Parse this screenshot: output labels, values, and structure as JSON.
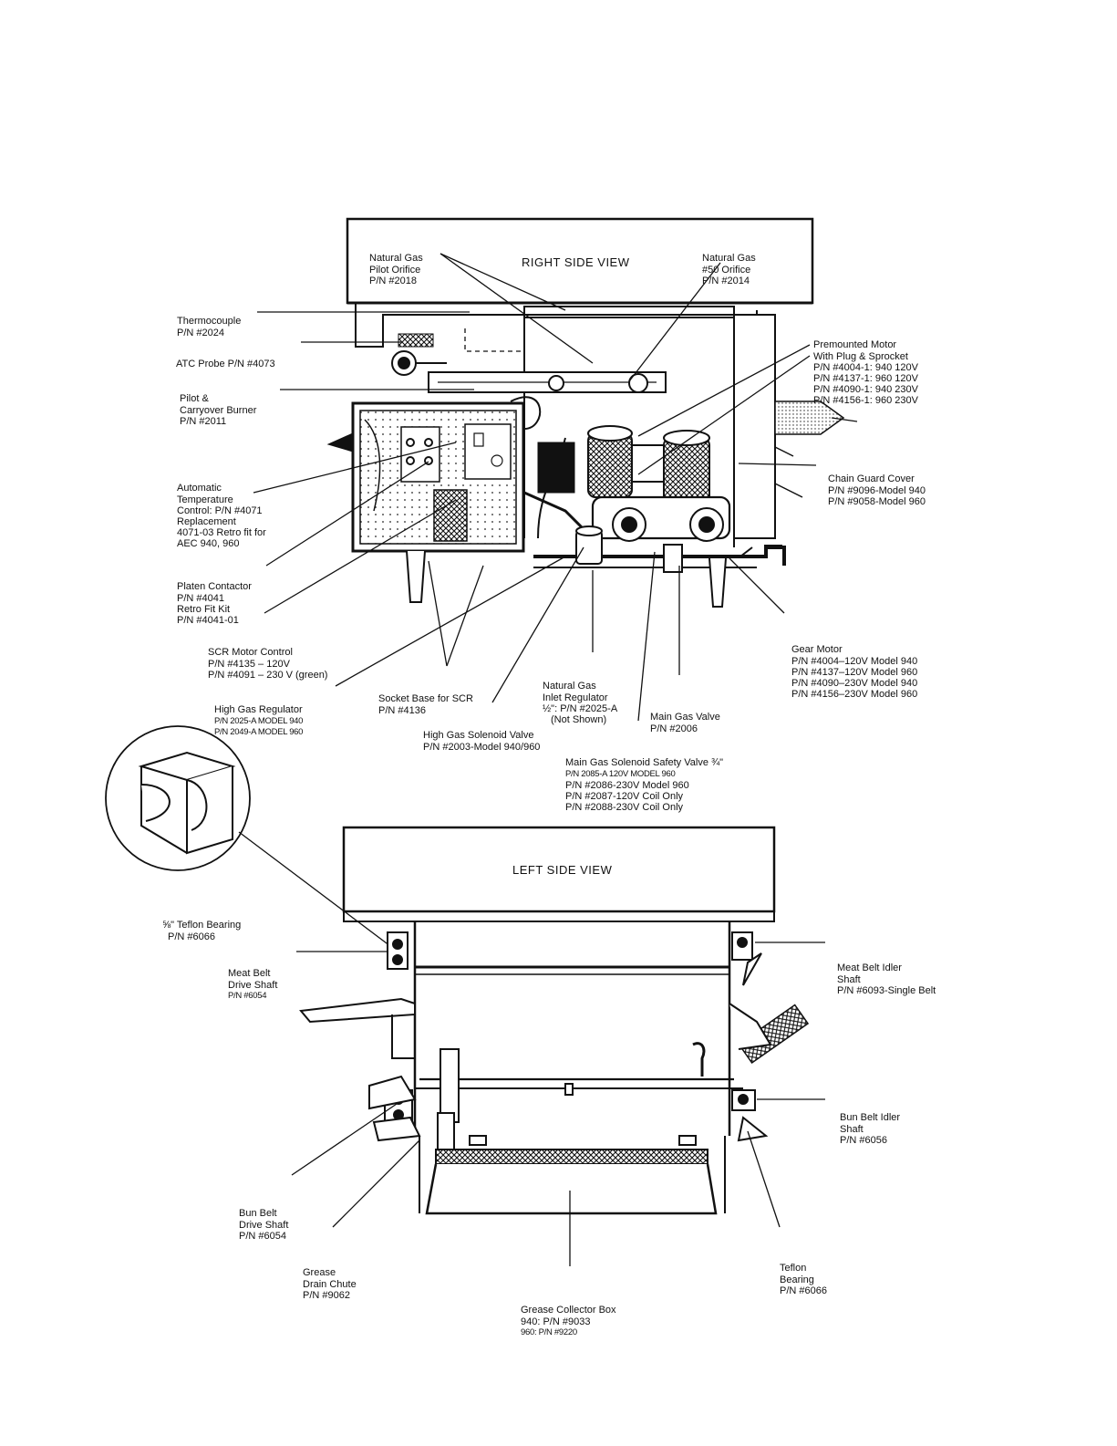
{
  "views": {
    "right": "RIGHT SIDE VIEW",
    "left": "LEFT SIDE VIEW"
  },
  "labels": {
    "ng_pilot_orifice": [
      "Natural Gas",
      "Pilot Orifice",
      "P/N #2018"
    ],
    "ng_50_orifice": [
      "Natural Gas",
      "#50 Orifice",
      "P/N #2014"
    ],
    "thermocouple": [
      "Thermocouple",
      "P/N #2024"
    ],
    "atc_probe": [
      "ATC Probe P/N #4073"
    ],
    "pilot_burner": [
      "Pilot &",
      "Carryover Burner",
      "P/N #2011"
    ],
    "premounted_motor": [
      "Premounted Motor",
      "With Plug & Sprocket",
      "P/N #4004-1: 940 120V",
      "P/N #4137-1: 960 120V",
      "P/N #4090-1: 940 230V",
      "P/N #4156-1: 960 230V"
    ],
    "chain_guard": [
      "Chain Guard Cover",
      "P/N #9096-Model 940",
      "P/N #9058-Model 960"
    ],
    "atc_control": [
      "Automatic",
      "Temperature",
      "Control: P/N #4071",
      "Replacement",
      "4071-03 Retro fit for",
      "AEC 940, 960"
    ],
    "platen_contactor": [
      "Platen Contactor",
      "P/N #4041",
      "Retro Fit Kit",
      "P/N #4041-01"
    ],
    "scr_motor_control": [
      "SCR Motor Control",
      "P/N #4135 – 120V",
      "P/N #4091 – 230 V (green)"
    ],
    "gear_motor": [
      "Gear Motor",
      "P/N #4004–120V Model 940",
      "P/N #4137–120V Model 960",
      "P/N #4090–230V Model 940",
      "P/N #4156–230V Model 960"
    ],
    "high_gas_regulator": [
      "High Gas Regulator",
      "P/N 2025-A MODEL 940",
      "P/N 2049-A MODEL 960"
    ],
    "socket_base": [
      "Socket Base for SCR",
      "P/N #4136"
    ],
    "ng_inlet_regulator": [
      "Natural Gas",
      "Inlet Regulator",
      "½\": P/N #2025-A",
      "(Not Shown)"
    ],
    "main_gas_valve": [
      "Main Gas Valve",
      "P/N #2006"
    ],
    "high_gas_solenoid": [
      "High Gas Solenoid Valve",
      "P/N #2003-Model 940/960"
    ],
    "main_gas_solenoid": [
      "Main Gas Solenoid Safety Valve ¾\"",
      "P/N 2085-A 120V MODEL 960",
      "P/N #2086-230V Model 960",
      "P/N #2087-120V Coil Only",
      "P/N #2088-230V Coil Only"
    ],
    "teflon_bearing_58": [
      "⅝\" Teflon Bearing",
      "P/N #6066"
    ],
    "meat_belt_drive": [
      "Meat Belt",
      "Drive Shaft",
      "P/N #6054"
    ],
    "meat_belt_idler": [
      "Meat Belt Idler",
      "Shaft",
      "P/N #6093-Single Belt"
    ],
    "bun_belt_idler": [
      "Bun Belt Idler",
      "Shaft",
      "P/N #6056"
    ],
    "bun_belt_drive": [
      "Bun Belt",
      "Drive Shaft",
      "P/N #6054"
    ],
    "grease_drain_chute": [
      "Grease",
      "Drain Chute",
      "P/N #9062"
    ],
    "teflon_bearing": [
      "Teflon",
      "Bearing",
      "P/N #6066"
    ],
    "grease_collector": [
      "Grease Collector Box",
      "940: P/N #9033",
      "960: P/N #9220"
    ]
  }
}
